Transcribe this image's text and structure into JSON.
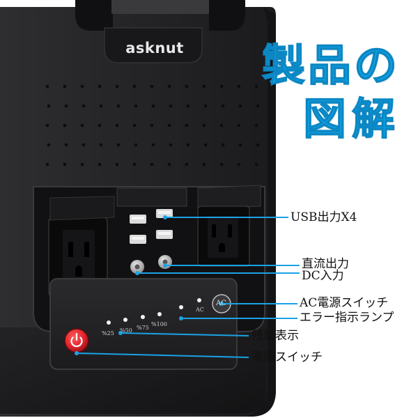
{
  "heading": {
    "line1": "製品の",
    "line2": "図解"
  },
  "brand": "asknut",
  "callouts": {
    "usb": "USB出力X4",
    "dc_line1": "直流出力",
    "dc_line2": "DC入力",
    "ac_switch": "AC電源スイッチ",
    "error_lamp": "エラー指示ランプ",
    "battery_level": "残量表示",
    "power_switch": "電源スイッチ"
  },
  "panel_labels": {
    "level_25": "%25",
    "level_50": "%50",
    "level_75": "%75",
    "level_100": "%100",
    "ac_mark": "AC",
    "ac_button": "AC"
  },
  "colors": {
    "heading": "#12a4e6",
    "callout_line": "#1aa3e6",
    "power_button": "#e1252d",
    "body": "#1f1f21"
  },
  "icons": {
    "power": "power-icon"
  }
}
